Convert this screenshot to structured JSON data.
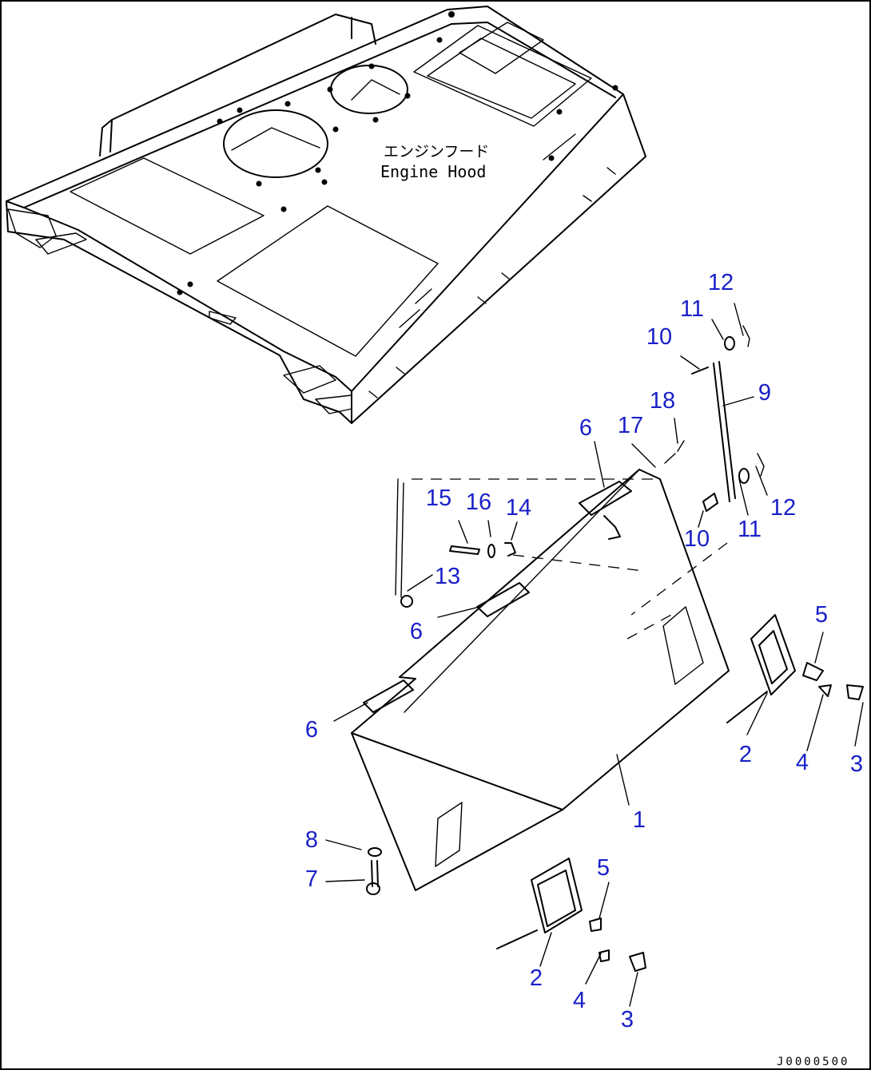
{
  "drawing": {
    "label_jp": "エンジンフード",
    "label_en": "Engine Hood",
    "drawing_code": "J0000500"
  },
  "callouts": [
    "12",
    "11",
    "10",
    "9",
    "18",
    "6",
    "17",
    "15",
    "16",
    "14",
    "12",
    "11",
    "10",
    "13",
    "5",
    "6",
    "6",
    "2",
    "4",
    "3",
    "1",
    "8",
    "7",
    "5",
    "2",
    "4",
    "3"
  ],
  "colors": {
    "callout": "#1a20c8",
    "line": "#000000"
  }
}
